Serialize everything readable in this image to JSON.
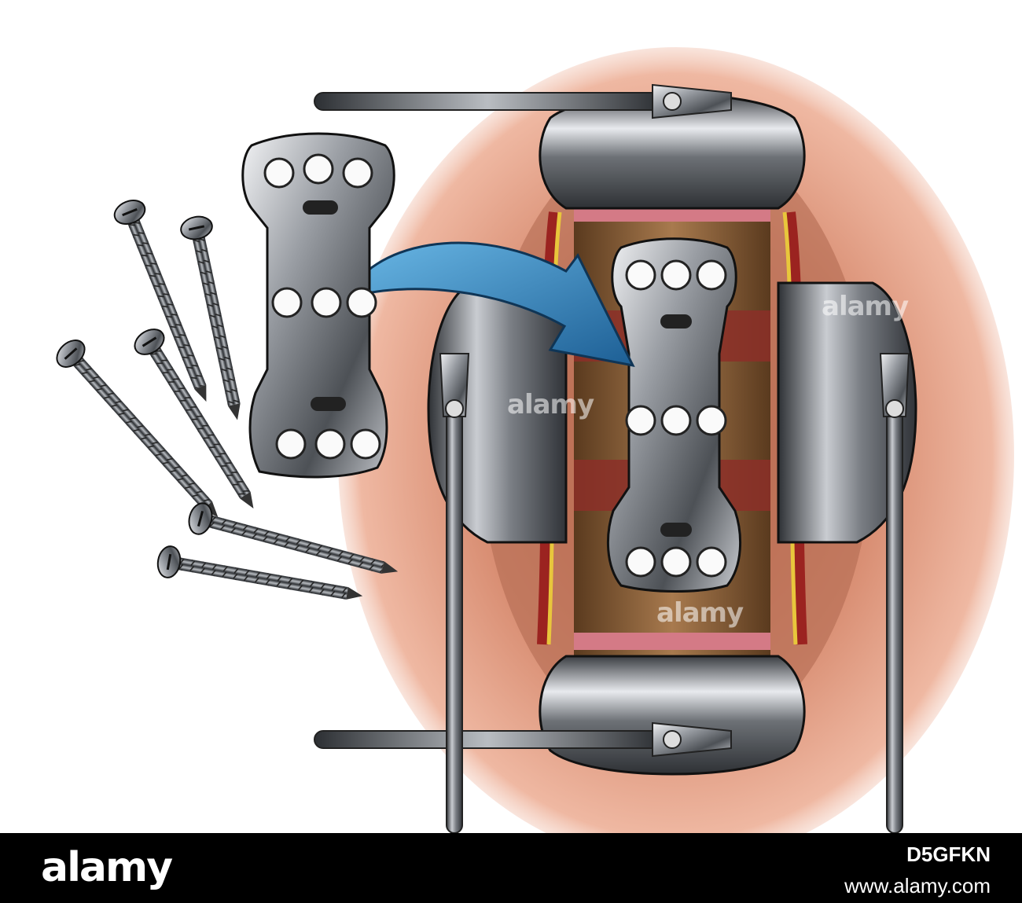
{
  "watermark": {
    "text": "alamy"
  },
  "footer": {
    "logo": "alamy",
    "image_id": "D5GFKN",
    "url": "www.alamy.com"
  },
  "colors": {
    "skin": "#e8a48c",
    "metal": "#8a8d92",
    "arrow": "#2b7fb8",
    "bone": "#8a5a32",
    "disc": "#d47a86"
  }
}
